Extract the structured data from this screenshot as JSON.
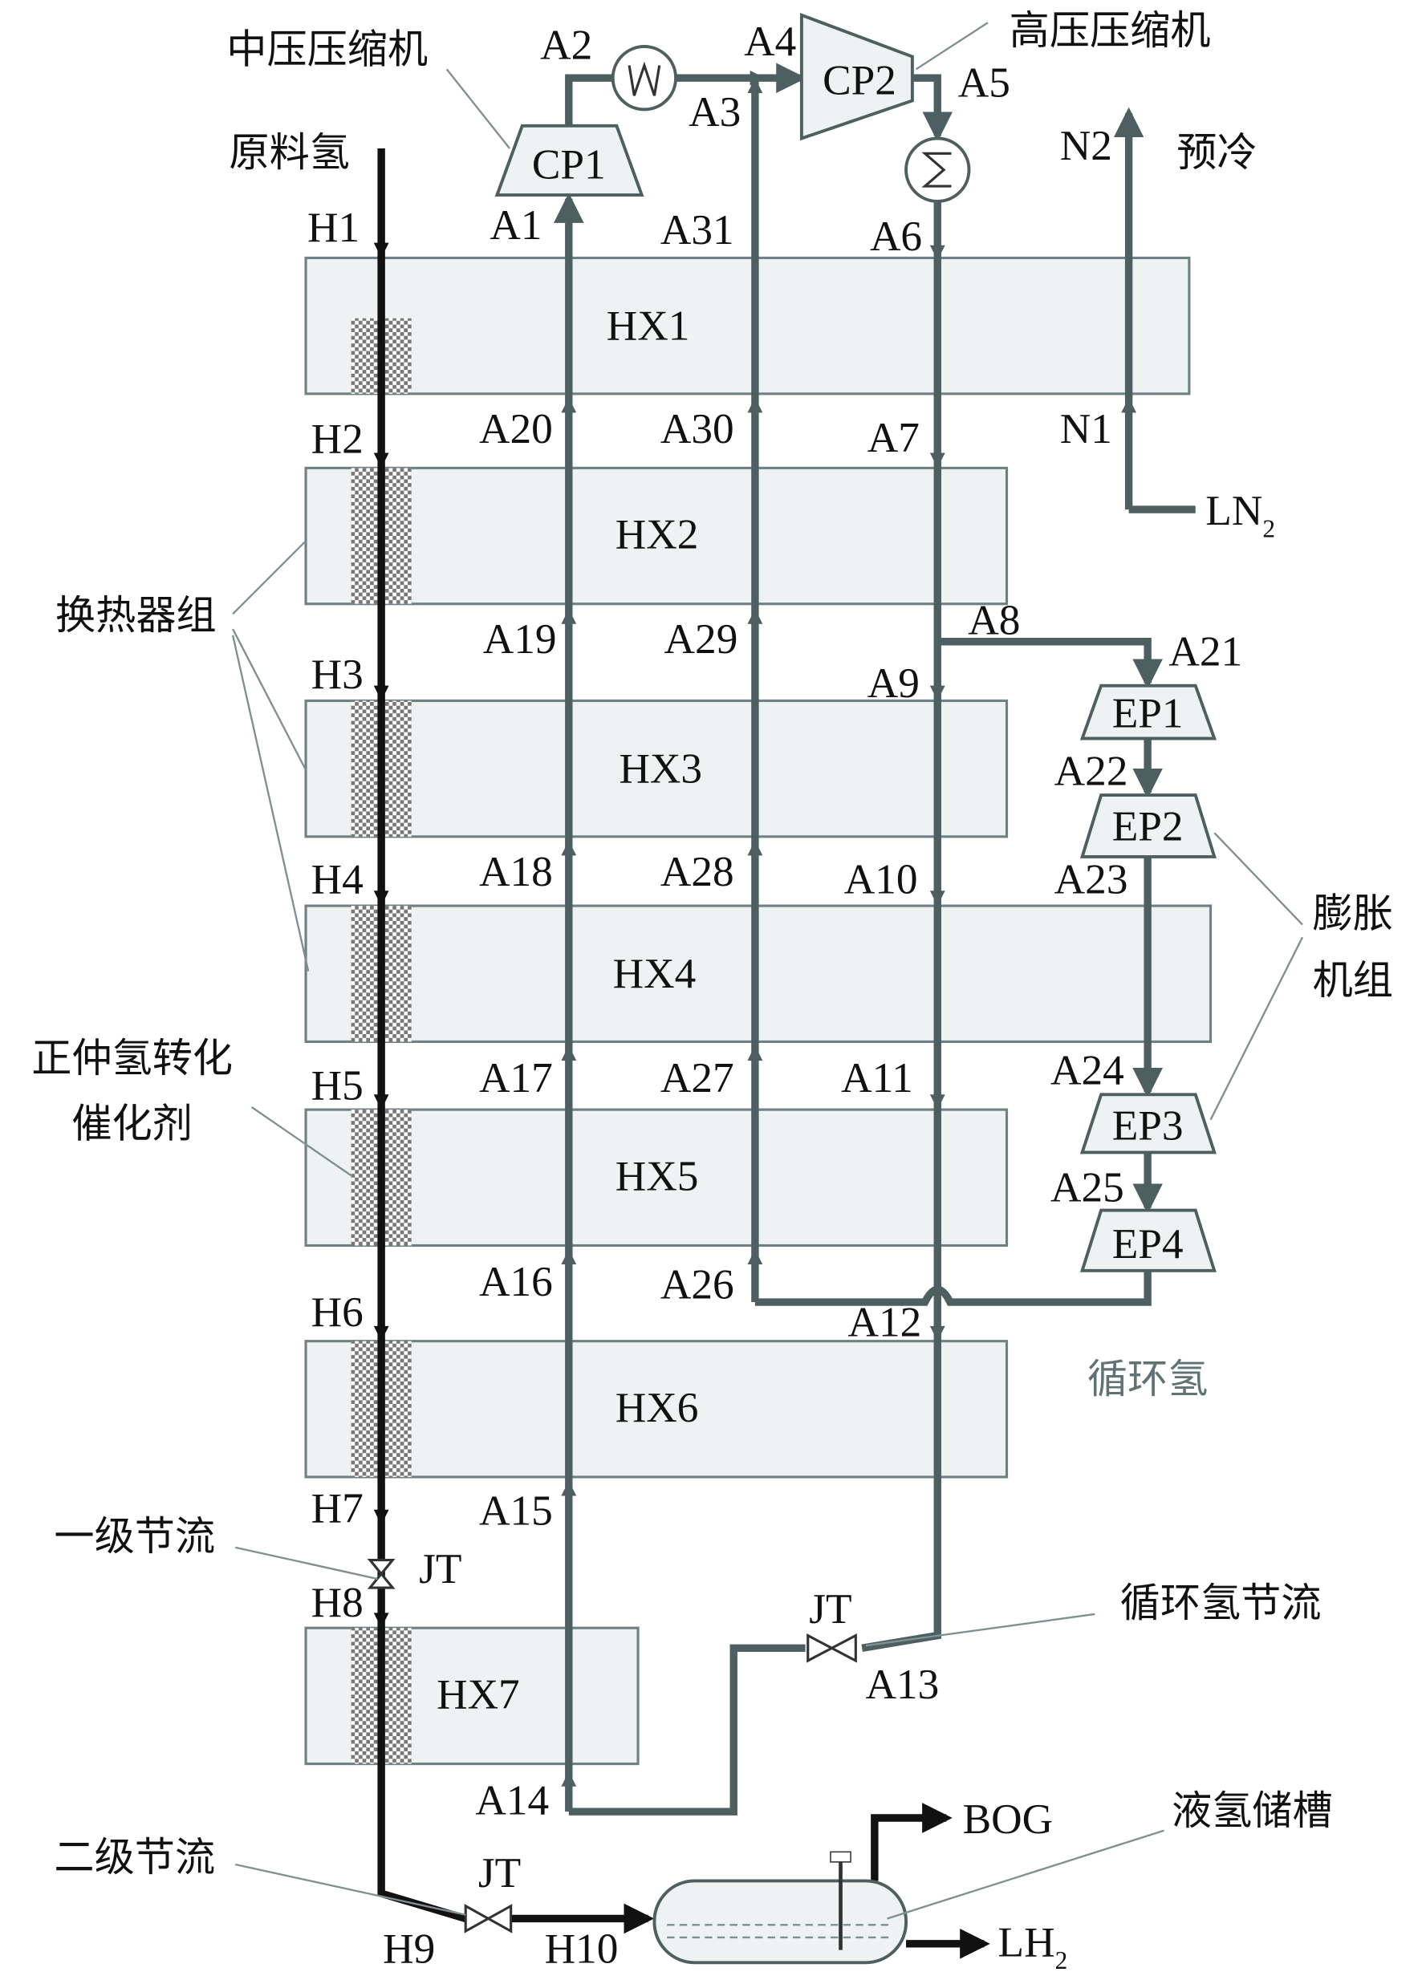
{
  "title_labels": {
    "mp_compressor": "中压压缩机",
    "hp_compressor": "高压压缩机",
    "feed_h2": "原料氢",
    "precool": "预冷",
    "hx_group": "换热器组",
    "expander_group_1": "膨胀",
    "expander_group_2": "机组",
    "catalyst_1": "正仲氢转化",
    "catalyst_2": "催化剂",
    "recycle_h2": "循环氢",
    "throttle_1": "一级节流",
    "throttle_2": "二级节流",
    "recycle_throttle": "循环氢节流",
    "lh2_tank": "液氢储槽"
  },
  "equipment": {
    "cp1": "CP1",
    "cp2": "CP2",
    "ep1": "EP1",
    "ep2": "EP2",
    "ep3": "EP3",
    "ep4": "EP4",
    "hx1": "HX1",
    "hx2": "HX2",
    "hx3": "HX3",
    "hx4": "HX4",
    "hx5": "HX5",
    "hx6": "HX6",
    "hx7": "HX7",
    "jt1": "JT",
    "jt2": "JT",
    "jt3": "JT"
  },
  "streams": {
    "H1": "H1",
    "H2": "H2",
    "H3": "H3",
    "H4": "H4",
    "H5": "H5",
    "H6": "H6",
    "H7": "H7",
    "H8": "H8",
    "H9": "H9",
    "H10": "H10",
    "A1": "A1",
    "A2": "A2",
    "A3": "A3",
    "A4": "A4",
    "A5": "A5",
    "A6": "A6",
    "A7": "A7",
    "A8": "A8",
    "A9": "A9",
    "A10": "A10",
    "A11": "A11",
    "A12": "A12",
    "A13": "A13",
    "A14": "A14",
    "A15": "A15",
    "A16": "A16",
    "A17": "A17",
    "A18": "A18",
    "A19": "A19",
    "A20": "A20",
    "A21": "A21",
    "A22": "A22",
    "A23": "A23",
    "A24": "A24",
    "A25": "A25",
    "A26": "A26",
    "A27": "A27",
    "A28": "A28",
    "A29": "A29",
    "A30": "A30",
    "A31": "A31",
    "N1": "N1",
    "N2": "N2",
    "LN": "LN",
    "LN_sub": "2",
    "BOG": "BOG",
    "LH": "LH",
    "LH_sub": "2"
  },
  "colors": {
    "pipe": "#4e5f62",
    "feed": "#111111",
    "box": "#eef2f2"
  }
}
